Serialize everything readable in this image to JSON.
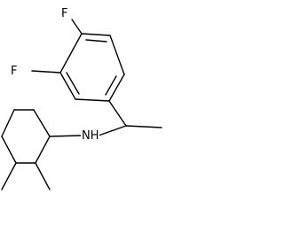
{
  "molecule": {
    "atoms": {
      "fluorine_top": "F",
      "fluorine_left": "F",
      "amine": "NH"
    }
  },
  "colors": {
    "background": "#ffffff",
    "ink": "#000000"
  }
}
